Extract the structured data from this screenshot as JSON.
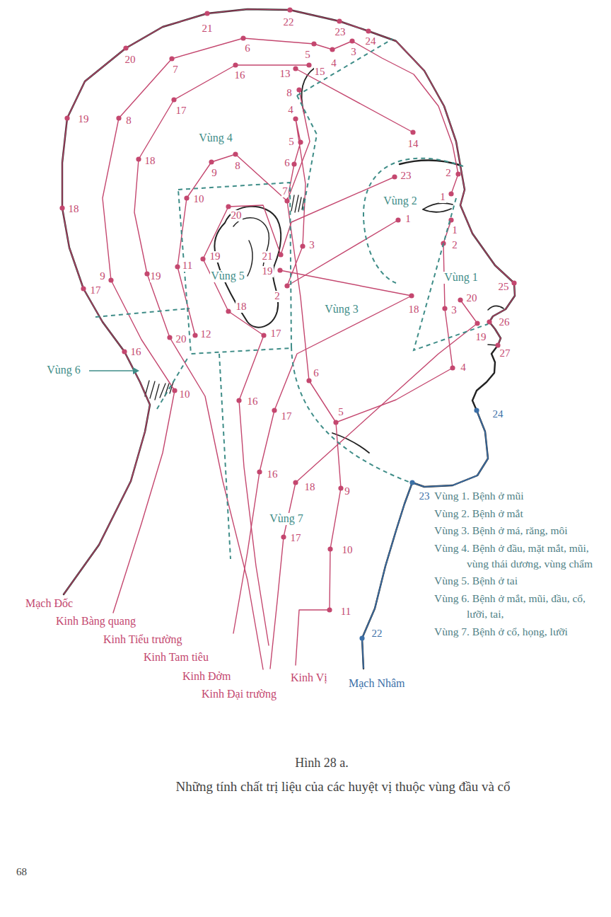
{
  "diagram": {
    "title": "Hình 28 a.",
    "caption": "Những tính chất trị liệu của các huyệt vị thuộc vùng đầu và cổ",
    "nodes": [
      {
        "text": [
          "Vùng 4"
        ]
      },
      {
        "text": [
          "Vùng 2"
        ]
      },
      {
        "text": [
          "Vùng 5"
        ]
      },
      {
        "text": [
          "Vùng 3"
        ]
      },
      {
        "text": [
          "Vùng 1"
        ]
      },
      {
        "text": [
          "Vùng 6"
        ]
      },
      {
        "text": [
          "Vùng 7"
        ]
      }
    ],
    "labels": [
      "16",
      "17",
      "18",
      "19",
      "20",
      "21",
      "22",
      "23",
      "24",
      "25",
      "26",
      "27",
      "1",
      "2",
      "3",
      "4",
      "5",
      "6",
      "7",
      "8",
      "9",
      "10",
      "1",
      "2",
      "3",
      "4",
      "5",
      "6",
      "8",
      "9",
      "10",
      "11",
      "12",
      "13",
      "14",
      "15",
      "16",
      "17",
      "18",
      "19",
      "20",
      "16",
      "17",
      "18",
      "19",
      "20",
      "21",
      "23",
      "16",
      "17",
      "18",
      "19",
      "17",
      "18",
      "19",
      "20",
      "1",
      "2",
      "3",
      "4",
      "5",
      "6",
      "7",
      "8",
      "9",
      "10",
      "11",
      "24",
      "23",
      "22",
      "Mạch Đốc",
      "Kinh Bàng quang",
      "Kinh Tiểu trường",
      "Kinh Tam tiêu",
      "Kinh Đởm",
      "Kinh Đại trường",
      "Kinh Vị",
      "Mạch Nhâm",
      "Vùng 1. Bệnh ở mũi",
      "Vùng 2. Bệnh ở mắt",
      "Vùng 3. Bệnh ở má, răng, môi",
      "Vùng 4. Bệnh ở đầu, mặt mắt, mũi, vùng thái dương, vùng chẩm",
      "Vùng 5. Bệnh ở tai",
      "Vùng 6. Bệnh ở mắt, mũi, đầu, cổ, lưỡi, tai,",
      "Vùng 7. Bệnh ở cổ, họng, lưỡi",
      "68"
    ]
  }
}
